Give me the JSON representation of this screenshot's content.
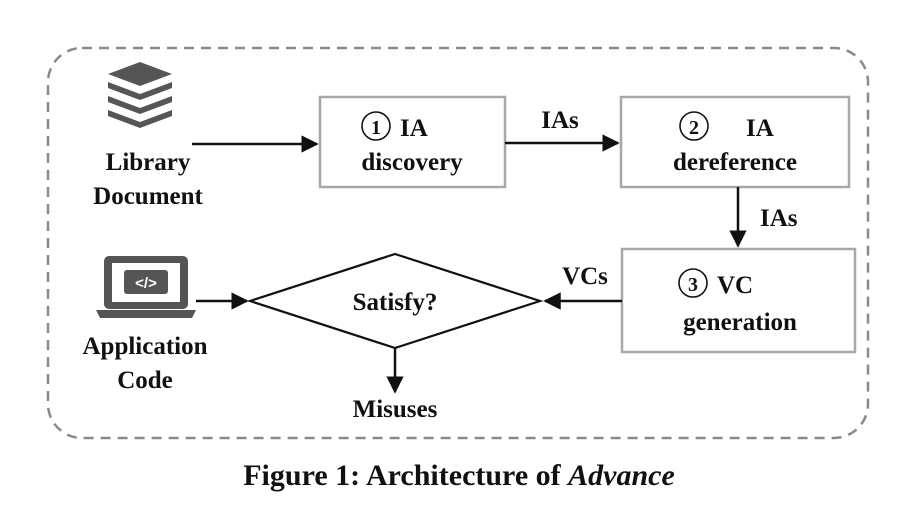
{
  "diagram": {
    "inputs": {
      "library": {
        "label_line1": "Library",
        "label_line2": "Document",
        "icon": "stack-icon"
      },
      "application": {
        "label_line1": "Application",
        "label_line2": "Code",
        "icon": "laptop-code-icon",
        "icon_text": "</>"
      }
    },
    "steps": [
      {
        "number": "1",
        "line1": "IA",
        "line2": "discovery"
      },
      {
        "number": "2",
        "line1": "IA",
        "line2": "dereference"
      },
      {
        "number": "3",
        "line1": "VC",
        "line2": "generation"
      }
    ],
    "edges": {
      "discovery_to_dereference": "IAs",
      "dereference_to_generation": "IAs",
      "generation_to_decision": "VCs"
    },
    "decision": {
      "label": "Satisfy?"
    },
    "output": {
      "label": "Misuses"
    }
  },
  "caption": {
    "prefix": "Figure 1: Architecture of ",
    "emphasis": "Advance"
  },
  "colors": {
    "box_border": "#a8a8a8",
    "frame_border": "#8a8a8a",
    "icon": "#555555",
    "text": "#111111"
  }
}
